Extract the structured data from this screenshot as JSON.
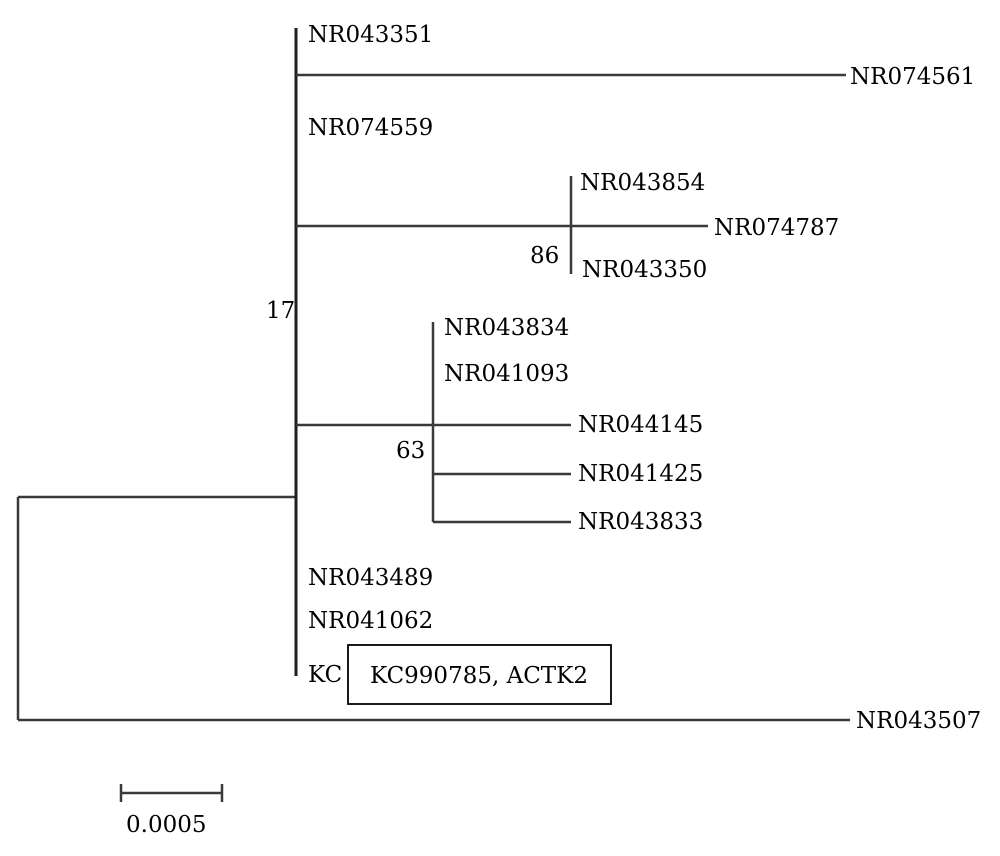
{
  "tree": {
    "tips": {
      "nr043351": "NR043351",
      "nr074561": "NR074561",
      "nr074559": "NR074559",
      "nr043854": "NR043854",
      "nr074787": "NR074787",
      "nr043350": "NR043350",
      "nr043834": "NR043834",
      "nr041093": "NR041093",
      "nr044145": "NR044145",
      "nr041425": "NR041425",
      "nr043833": "NR043833",
      "nr043489": "NR043489",
      "nr041062": "NR041062",
      "kc": "KC",
      "nr043507": "NR043507"
    },
    "bootstrap": {
      "main_clade": "17",
      "clade_a": "86",
      "clade_b": "63"
    },
    "highlight_box": "KC990785, ACTK2",
    "scale_bar_label": "0.0005"
  }
}
